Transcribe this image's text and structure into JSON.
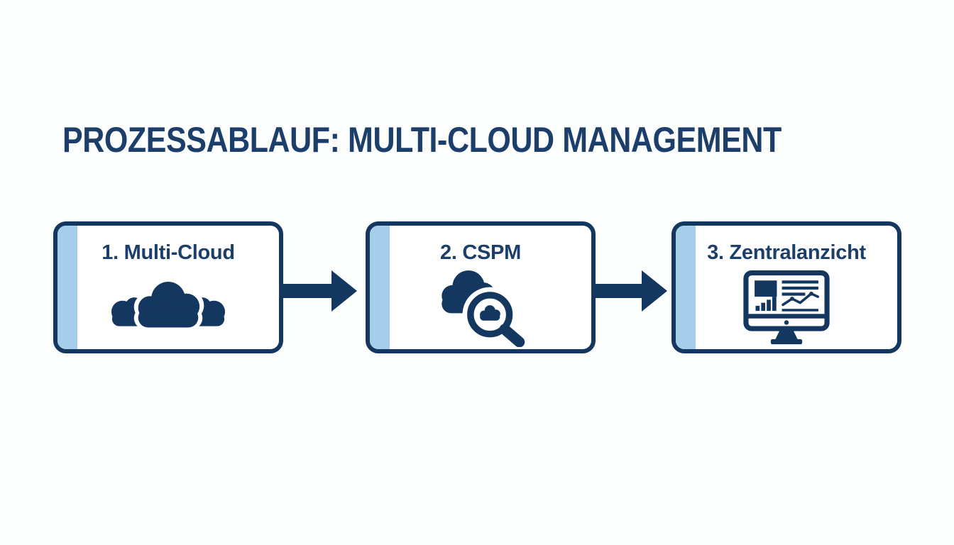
{
  "title": "PROZESSABLAUF: MULTI-CLOUD MANAGEMENT",
  "steps": [
    {
      "label": "1. Multi-Cloud",
      "icon": "multi-cloud-icon"
    },
    {
      "label": "2. CSPM",
      "icon": "cloud-magnifier-icon"
    },
    {
      "label": "3. Zentralanzicht",
      "icon": "dashboard-monitor-icon"
    }
  ],
  "connectors": [
    {
      "icon": "arrow-right-icon"
    },
    {
      "icon": "arrow-right-icon"
    }
  ],
  "colors": {
    "navy": "#14375f",
    "title_navy": "#1c3e6a",
    "accent_light_blue": "#a6cdea",
    "card_background": "#ffffff",
    "page_background": "#fcfdfd"
  }
}
